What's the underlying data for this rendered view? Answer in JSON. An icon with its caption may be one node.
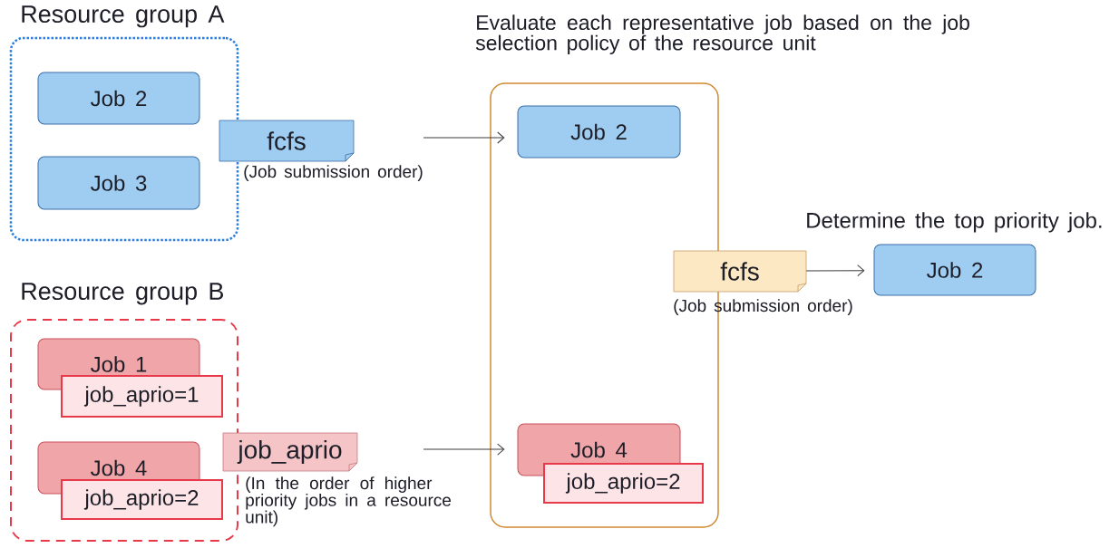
{
  "diagram": {
    "nodes": [
      {
        "text": [
          "Resource group A"
        ]
      },
      {
        "text": [
          "Job 2"
        ],
        "in": 0
      },
      {
        "text": [
          "Job 3"
        ],
        "in": 0
      },
      {
        "text": [
          "fcfs"
        ],
        "beside": [
          "(Job submission order)"
        ]
      },
      {
        "text": [
          "Resource group B"
        ]
      },
      {
        "text": [
          "Job 1"
        ],
        "in": 4
      },
      {
        "text": [
          "job_aprio=1"
        ],
        "in": 4
      },
      {
        "text": [
          "Job 4"
        ],
        "in": 4
      },
      {
        "text": [
          "job_aprio=2"
        ],
        "in": 4
      },
      {
        "text": [
          "job_aprio"
        ],
        "beside": [
          "(In the order of higher priority jobs in a resource unit)"
        ]
      },
      {
        "text": [
          "Evaluate each representative job based on the job selection policy of the resource unit"
        ]
      },
      {
        "text": [
          "Job 2"
        ],
        "in": 10
      },
      {
        "text": [
          "Job 4"
        ],
        "in": 10
      },
      {
        "text": [
          "job_aprio=2"
        ],
        "in": 10
      },
      {
        "text": [
          "fcfs"
        ],
        "beside": [
          "(Job submission order)"
        ]
      },
      {
        "text": [
          "Job 2"
        ],
        "beside": [
          "Determine the top priority job."
        ]
      }
    ],
    "edges": [
      {
        "from": null,
        "to": 11,
        "arrow": "to"
      },
      {
        "from": null,
        "to": 12,
        "arrow": "to"
      },
      {
        "from": 14,
        "to": 15,
        "arrow": "to"
      }
    ]
  }
}
